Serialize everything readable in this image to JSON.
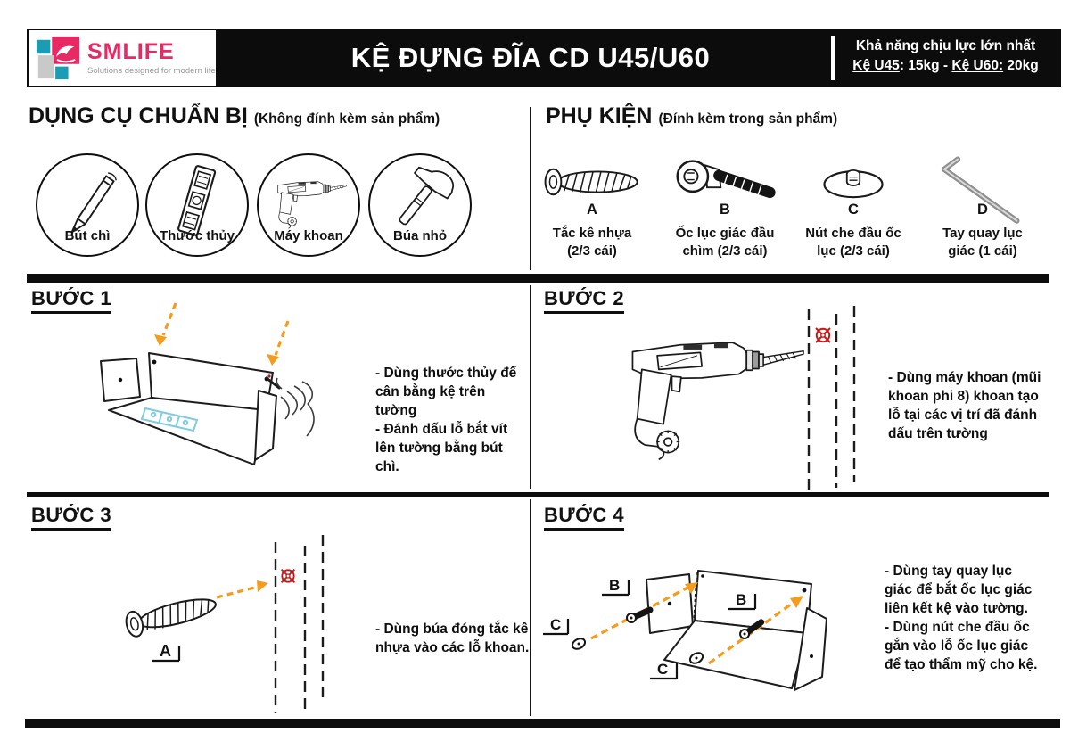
{
  "header": {
    "logo": {
      "brand": "SMLIFE",
      "tagline": "Solutions designed for modern life"
    },
    "title": "KỆ ĐỰNG ĐĨA CD U45/U60",
    "capacity": {
      "line1": "Khả năng chịu lực lớn nhất",
      "u45_label": "Kệ U45",
      "u45_rest": ": 15kg - ",
      "u60_label": "Kệ U60:",
      "u60_rest": " 20kg"
    }
  },
  "tools": {
    "title": "DỤNG CỤ CHUẨN BỊ",
    "subtitle": "(Không đính kèm sản phẩm)",
    "items": [
      {
        "icon": "pencil-icon",
        "label": "Bút chì"
      },
      {
        "icon": "level-icon",
        "label": "Thước thủy"
      },
      {
        "icon": "drill-icon",
        "label": "Máy khoan"
      },
      {
        "icon": "hammer-icon",
        "label": "Búa nhỏ"
      }
    ]
  },
  "accessories": {
    "title": "PHỤ KIỆN",
    "subtitle": "(Đính kèm trong sản phẩm)",
    "items": [
      {
        "letter": "A",
        "icon": "wall-anchor-icon",
        "label": "Tắc kê nhựa\n(2/3 cái)"
      },
      {
        "letter": "B",
        "icon": "hex-bolt-icon",
        "label": "Ốc lục giác đầu\nchìm (2/3 cái)"
      },
      {
        "letter": "C",
        "icon": "screw-cap-icon",
        "label": "Nút che đầu ốc\nlục (2/3 cái)"
      },
      {
        "letter": "D",
        "icon": "hex-key-icon",
        "label": "Tay quay lục\ngiác (1 cái)"
      }
    ]
  },
  "steps": [
    {
      "title": "BƯỚC 1",
      "text": "- Dùng thước thủy để\ncân bằng kệ trên tường\n- Đánh dấu lỗ bắt vít\nlên tường bằng bút chì."
    },
    {
      "title": "BƯỚC 2",
      "text": "- Dùng máy khoan (mũi\nkhoan phi 8) khoan tạo\nlỗ tại các vị trí đã đánh\ndấu trên tường"
    },
    {
      "title": "BƯỚC 3",
      "text": "- Dùng búa đóng tắc kê\nnhựa vào các lỗ khoan."
    },
    {
      "title": "BƯỚC 4",
      "text": "- Dùng tay quay lục\ngiác để bắt ốc lục giác\nliên kết kệ vào tường.\n- Dùng nút che đầu ốc\ngắn vào lỗ ốc lục giác\nđể tạo thẩm mỹ cho kệ."
    }
  ],
  "diagram_labels": {
    "anchor": "A",
    "bolt": "B",
    "cap": "C"
  },
  "colors": {
    "brand_pink": "#e72a64",
    "brand_teal": "#1b9cb5",
    "header_black": "#0c0c0c",
    "arrow_orange": "#f59b1e",
    "target_red": "#cf1313",
    "level_blue": "#7ecbe2"
  }
}
